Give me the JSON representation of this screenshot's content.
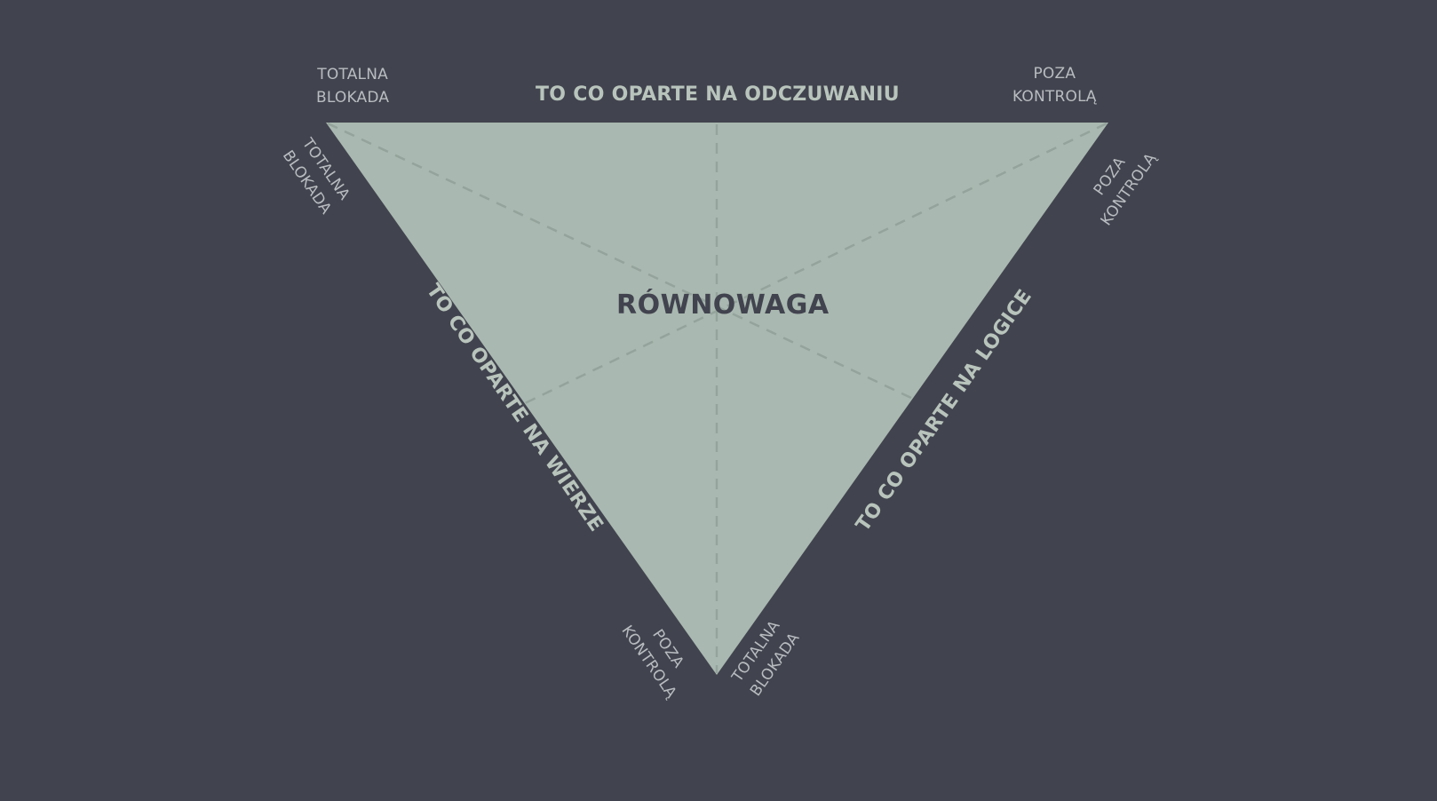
{
  "colors": {
    "background": "#41434e",
    "triangle_fill": "#a9b8b0",
    "dashed_line": "#94a39b",
    "corner_label": "#b9bcc0",
    "side_label": "#b8c4bc",
    "center_label": "#41434e"
  },
  "center": {
    "label": "RÓWNOWAGA"
  },
  "sides": {
    "top": {
      "label": "TO CO OPARTE NA ODCZUWANIU"
    },
    "left": {
      "label": "TO CO OPARTE NA WIERZE"
    },
    "right": {
      "label": "TO CO OPARTE NA LOGICE"
    }
  },
  "corners": {
    "top_left_horizontal": {
      "line1": "TOTALNA",
      "line2": "BLOKADA"
    },
    "top_left_rotated": {
      "line1": "TOTALNA",
      "line2": "BLOKADA"
    },
    "top_right_horizontal": {
      "line1": "POZA",
      "line2": "KONTROLĄ"
    },
    "top_right_rotated": {
      "line1": "POZA",
      "line2": "KONTROLĄ"
    },
    "bottom_left_rotated": {
      "line1": "POZA",
      "line2": "KONTROLĄ"
    },
    "bottom_right_rotated": {
      "line1": "TOTALNA",
      "line2": "BLOKADA"
    }
  }
}
